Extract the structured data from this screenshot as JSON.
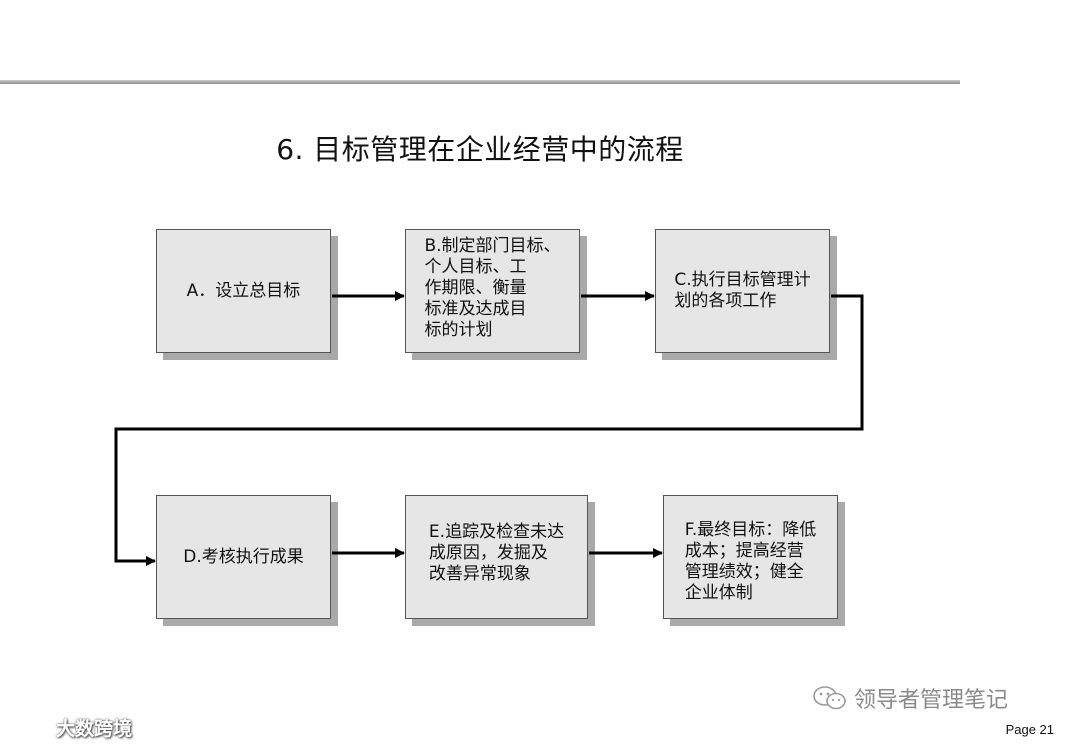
{
  "title": "6.  目标管理在企业经营中的流程",
  "steps": [
    {
      "id": "A",
      "text": "A．设立总目标"
    },
    {
      "id": "B",
      "text": "B.制定部门目标、\n个人目标、工\n作期限、衡量\n标准及达成目\n标的计划"
    },
    {
      "id": "C",
      "text": "C.执行目标管理计\n划的各项工作"
    },
    {
      "id": "D",
      "text": "D.考核执行成果"
    },
    {
      "id": "E",
      "text": "E.追踪及检查未达\n成原因，发掘及\n改善异常现象"
    },
    {
      "id": "F",
      "text": "F.最终目标：降低\n成本；提高经营\n管理绩效；健全\n企业体制"
    }
  ],
  "footer": {
    "page": "Page 21",
    "wechat_account": "领导者管理笔记",
    "watermark": "大数跨境"
  },
  "colors": {
    "box_fill": "#e6e6e6",
    "box_shadow": "#a9a9a9",
    "connector": "#000000",
    "rule": "#9a9a9a"
  }
}
